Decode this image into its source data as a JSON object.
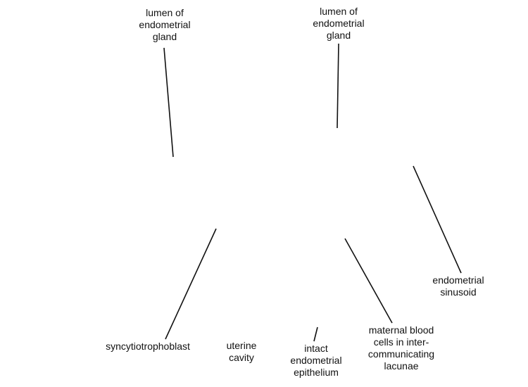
{
  "labels": {
    "gland_left": "lumen of\nendometrial\ngland",
    "gland_right": "lumen of\nendometrial\ngland",
    "sinusoid": "endometrial\nsinusoid",
    "syncytiotrophoblast": "syncytiotrophoblast",
    "uterine_cavity": "uterine\ncavity",
    "epithelium": "intact\nendometrial\nepithelium",
    "maternal_blood": "maternal blood\ncells in inter-\ncommunicating\nlacunae"
  }
}
